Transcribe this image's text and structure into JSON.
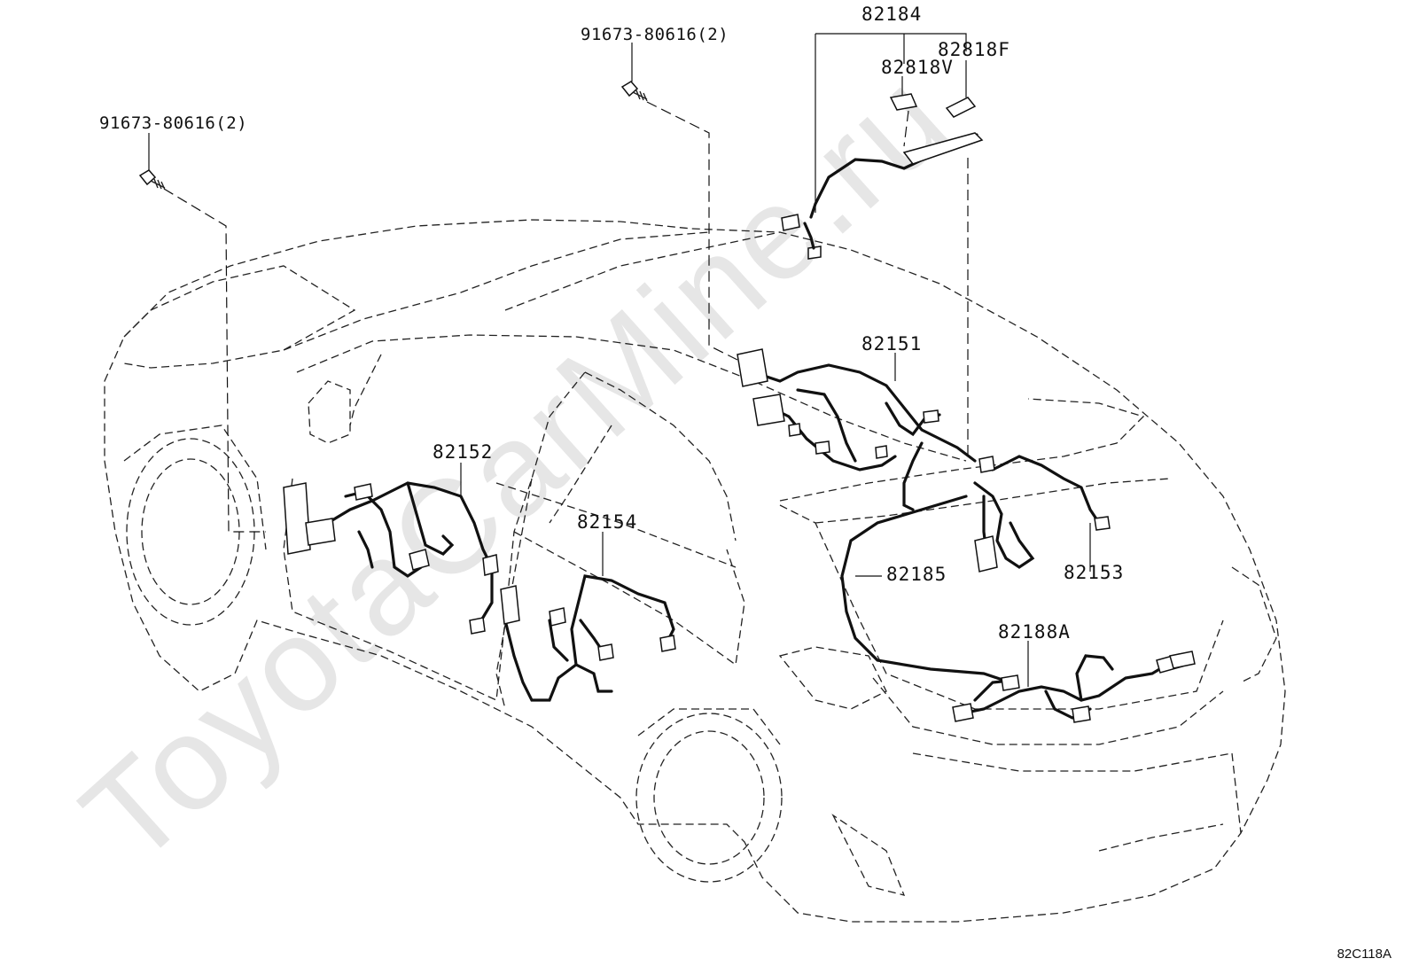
{
  "diagram": {
    "code": "82C118A",
    "watermark": "ToyotaCarMine.ru",
    "labels": {
      "bolt_left": "91673-80616(2)",
      "bolt_top": "91673-80616(2)",
      "p82184": "82184",
      "p82818V": "82818V",
      "p82818F": "82818F",
      "p82151": "82151",
      "p82152": "82152",
      "p82154": "82154",
      "p82185": "82185",
      "p82153": "82153",
      "p82188A": "82188A"
    }
  }
}
